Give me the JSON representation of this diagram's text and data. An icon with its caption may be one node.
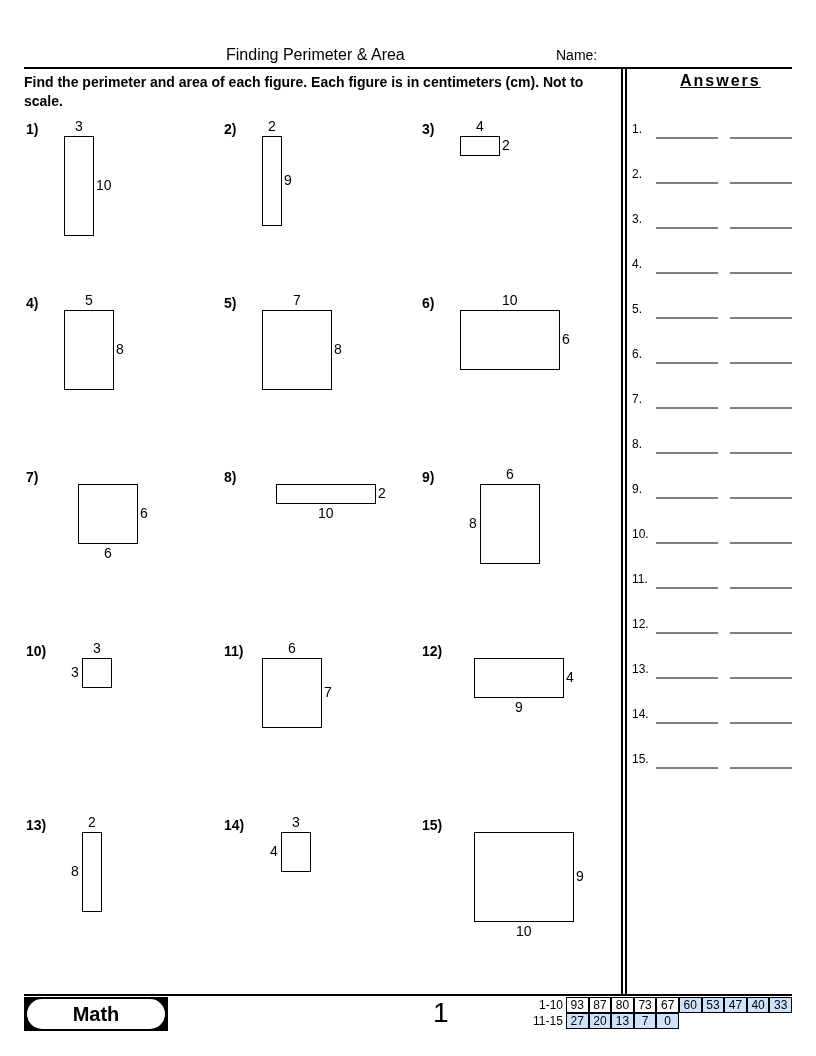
{
  "diagram": {
    "title": "Finding Perimeter & Area",
    "nodes": [
      {
        "text": [],
        "shape": "box",
        "beside": [
          "1)",
          "3",
          "10"
        ]
      },
      {
        "text": [],
        "shape": "box",
        "beside": [
          "2)",
          "2",
          "9"
        ]
      },
      {
        "text": [],
        "shape": "box",
        "beside": [
          "3)",
          "4",
          "2"
        ]
      },
      {
        "text": [],
        "shape": "box",
        "beside": [
          "4)",
          "5",
          "8"
        ]
      },
      {
        "text": [],
        "shape": "box",
        "beside": [
          "5)",
          "7",
          "8"
        ]
      },
      {
        "text": [],
        "shape": "box",
        "beside": [
          "6)",
          "10",
          "6"
        ]
      },
      {
        "text": [],
        "shape": "box",
        "beside": [
          "7)",
          "6",
          "6"
        ]
      },
      {
        "text": [],
        "shape": "box",
        "beside": [
          "8)",
          "10",
          "2"
        ]
      },
      {
        "text": [],
        "shape": "box",
        "beside": [
          "9)",
          "6",
          "8"
        ]
      },
      {
        "text": [],
        "shape": "box",
        "beside": [
          "10)",
          "3",
          "3"
        ]
      },
      {
        "text": [],
        "shape": "box",
        "beside": [
          "11)",
          "6",
          "7"
        ]
      },
      {
        "text": [],
        "shape": "box",
        "beside": [
          "12)",
          "9",
          "4"
        ]
      },
      {
        "text": [],
        "shape": "box",
        "beside": [
          "13)",
          "2",
          "8"
        ]
      },
      {
        "text": [],
        "shape": "box",
        "beside": [
          "14)",
          "3",
          "4"
        ]
      },
      {
        "text": [],
        "shape": "box",
        "beside": [
          "15)",
          "10",
          "9"
        ]
      }
    ],
    "labels": [
      "Name:",
      "Find the perimeter and area of each figure. Each figure is in centimeters (cm). Not to scale.",
      "Answers",
      "1.",
      "2.",
      "3.",
      "4.",
      "5.",
      "6.",
      "7.",
      "8.",
      "9.",
      "10.",
      "11.",
      "12.",
      "13.",
      "14.",
      "15.",
      "Math",
      "1",
      "1-10",
      "93",
      "87",
      "80",
      "73",
      "67",
      "60",
      "53",
      "47",
      "40",
      "33",
      "11-15",
      "27",
      "20",
      "13",
      "7",
      "0"
    ]
  }
}
